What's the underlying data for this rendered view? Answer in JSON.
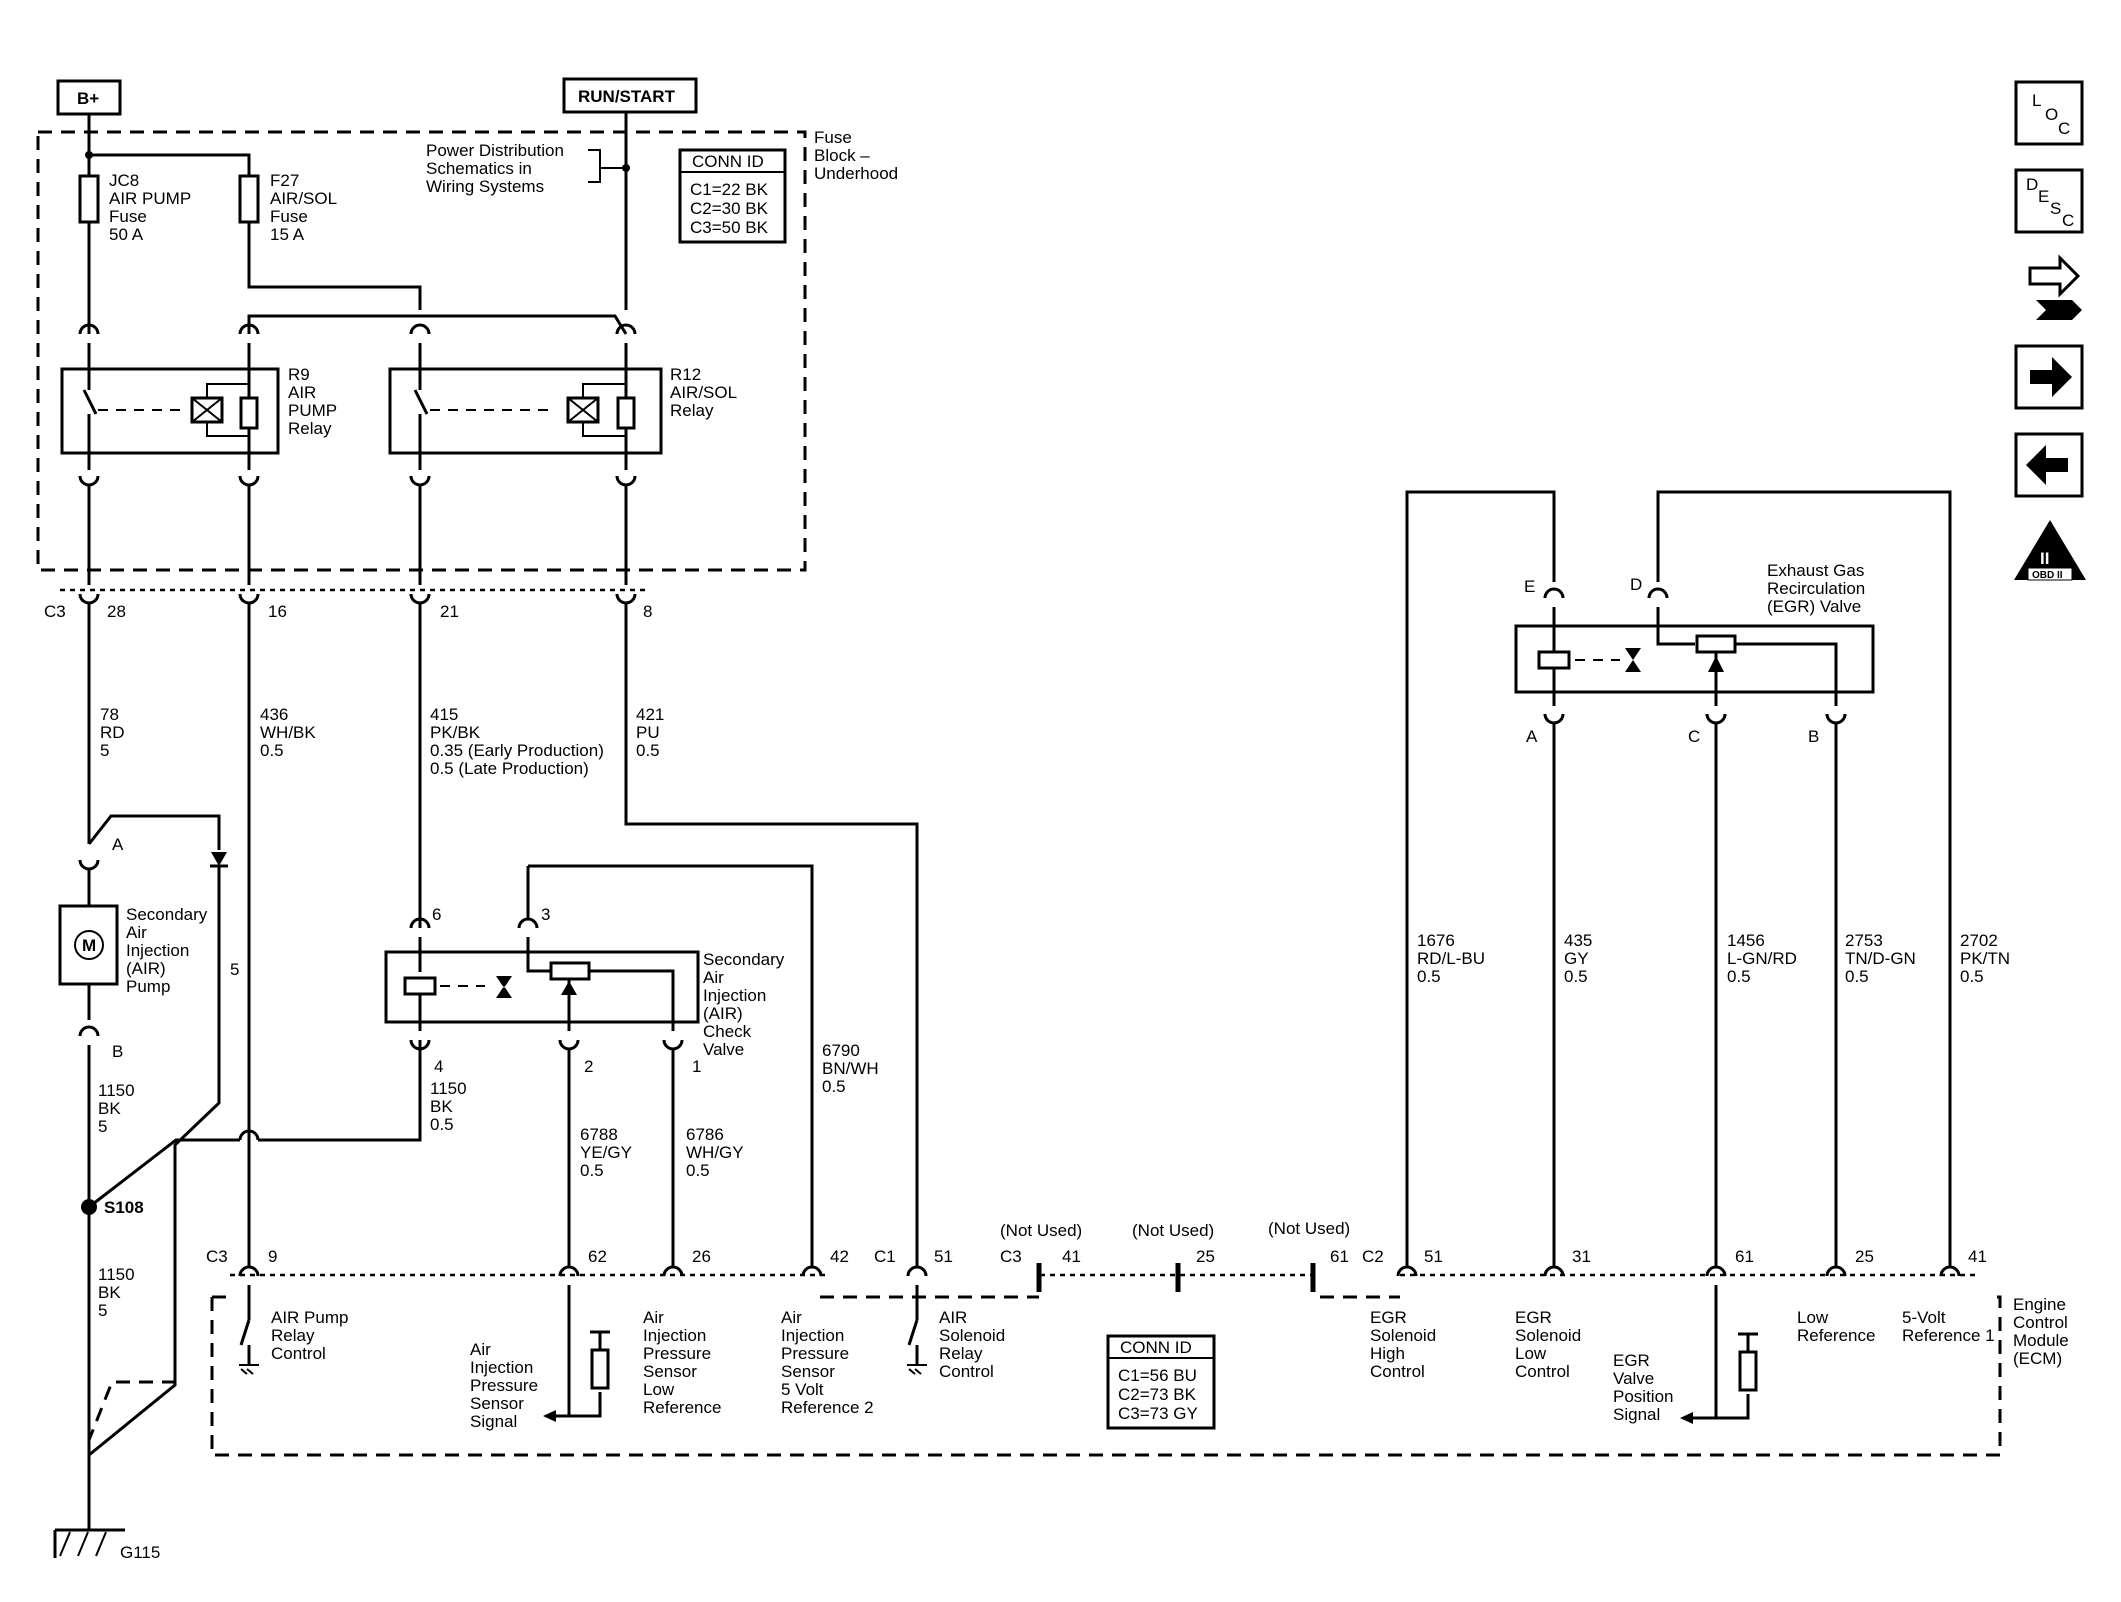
{
  "power": {
    "bplus": "B+",
    "runstart": "RUN/START"
  },
  "power_dist": {
    "line1": "Power Distribution",
    "line2": "Schematics in",
    "line3": "Wiring Systems"
  },
  "fuse_block": {
    "line1": "Fuse",
    "line2": "Block –",
    "line3": "Underhood"
  },
  "conn_top": {
    "title": "CONN ID",
    "c1": "C1=22 BK",
    "c2": "C2=30 BK",
    "c3": "C3=50 BK"
  },
  "conn_ecm": {
    "title": "CONN ID",
    "c1": "C1=56 BU",
    "c2": "C2=73 BK",
    "c3": "C3=73 GY"
  },
  "fuse_jc8": {
    "l1": "JC8",
    "l2": "AIR PUMP",
    "l3": "Fuse",
    "l4": "50 A"
  },
  "fuse_f27": {
    "l1": "F27",
    "l2": "AIR/SOL",
    "l3": "Fuse",
    "l4": "15 A"
  },
  "relay_r9": {
    "l1": "R9",
    "l2": "AIR",
    "l3": "PUMP",
    "l4": "Relay"
  },
  "relay_r12": {
    "l1": "R12",
    "l2": "AIR/SOL",
    "l3": "Relay"
  },
  "c3_pins": {
    "label": "C3",
    "p28": "28",
    "p16": "16",
    "p21": "21",
    "p8": "8"
  },
  "wires": {
    "w78": {
      "num": "78",
      "color": "RD",
      "size": "5"
    },
    "w436": {
      "num": "436",
      "color": "WH/BK",
      "size": "0.5"
    },
    "w415": {
      "num": "415",
      "color": "PK/BK",
      "size1": "0.35 (Early Production)",
      "size2": "0.5 (Late Production)"
    },
    "w421": {
      "num": "421",
      "color": "PU",
      "size": "0.5"
    },
    "w1150a": {
      "num": "1150",
      "color": "BK",
      "size": "5"
    },
    "w1150b": {
      "num": "1150",
      "color": "BK",
      "size": "5"
    },
    "w1150c": {
      "num": "1150",
      "color": "BK",
      "size": "0.5"
    },
    "w6788": {
      "num": "6788",
      "color": "YE/GY",
      "size": "0.5"
    },
    "w6786": {
      "num": "6786",
      "color": "WH/GY",
      "size": "0.5"
    },
    "w6790": {
      "num": "6790",
      "color": "BN/WH",
      "size": "0.5"
    },
    "w1676": {
      "num": "1676",
      "color": "RD/L-BU",
      "size": "0.5"
    },
    "w435": {
      "num": "435",
      "color": "GY",
      "size": "0.5"
    },
    "w1456": {
      "num": "1456",
      "color": "L-GN/RD",
      "size": "0.5"
    },
    "w2753": {
      "num": "2753",
      "color": "TN/D-GN",
      "size": "0.5"
    },
    "w2702": {
      "num": "2702",
      "color": "PK/TN",
      "size": "0.5"
    }
  },
  "pump": {
    "pinA": "A",
    "pinB": "B",
    "motor": "M",
    "l1": "Secondary",
    "l2": "Air",
    "l3": "Injection",
    "l4": "(AIR)",
    "l5": "Pump",
    "diode_wire": "5"
  },
  "splice": {
    "label": "S108"
  },
  "ground": {
    "label": "G115"
  },
  "check_valve": {
    "p6": "6",
    "p3": "3",
    "p4": "4",
    "p2": "2",
    "p1": "1",
    "l1": "Secondary",
    "l2": "Air",
    "l3": "Injection",
    "l4": "(AIR)",
    "l5": "Check",
    "l6": "Valve"
  },
  "egr_valve": {
    "pE": "E",
    "pD": "D",
    "pA": "A",
    "pC": "C",
    "pB": "B",
    "l1": "Exhaust Gas",
    "l2": "Recirculation",
    "l3": "(EGR) Valve"
  },
  "ecm_pins": {
    "c3a": "C3",
    "p9": "9",
    "p62": "62",
    "p26": "26",
    "p42": "42",
    "c1": "C1",
    "p51a": "51",
    "nu1": "(Not Used)",
    "nu2": "(Not Used)",
    "nu3": "(Not Used)",
    "c3b": "C3",
    "p41a": "41",
    "p25a": "25",
    "p61a": "61",
    "c2": "C2",
    "p51b": "51",
    "p31": "31",
    "p61b": "61",
    "p25b": "25",
    "p41b": "41"
  },
  "ecm_labels": {
    "air_pump_relay": [
      "AIR Pump",
      "Relay",
      "Control"
    ],
    "press_signal": [
      "Air",
      "Injection",
      "Pressure",
      "Sensor",
      "Signal"
    ],
    "press_low": [
      "Air",
      "Injection",
      "Pressure",
      "Sensor",
      "Low",
      "Reference"
    ],
    "press_5v": [
      "Air",
      "Injection",
      "Pressure",
      "Sensor",
      "5 Volt",
      "Reference 2"
    ],
    "air_sol": [
      "AIR",
      "Solenoid",
      "Relay",
      "Control"
    ],
    "egr_high": [
      "EGR",
      "Solenoid",
      "High",
      "Control"
    ],
    "egr_low": [
      "EGR",
      "Solenoid",
      "Low",
      "Control"
    ],
    "egr_pos": [
      "EGR",
      "Valve",
      "Position",
      "Signal"
    ],
    "low_ref": [
      "Low",
      "Reference"
    ],
    "ref5v": [
      "5-Volt",
      "Reference 1"
    ],
    "ecm": [
      "Engine",
      "Control",
      "Module",
      "(ECM)"
    ]
  },
  "nav": {
    "loc": [
      "L",
      "O",
      "C"
    ],
    "desc": [
      "D",
      "E",
      "S",
      "C"
    ],
    "obd": "OBD II",
    "obd_roman": "II"
  }
}
